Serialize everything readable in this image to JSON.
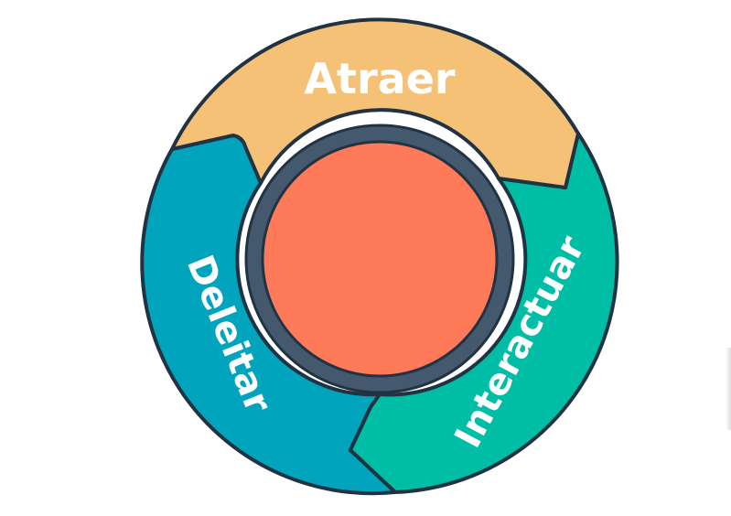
{
  "diagram": {
    "segments": [
      {
        "id": "attract",
        "label": "Atraer",
        "color": "#f5c177"
      },
      {
        "id": "engage",
        "label": "Interactuar",
        "color": "#00bda5"
      },
      {
        "id": "delight",
        "label": "Deleitar",
        "color": "#00a4bd"
      }
    ],
    "hub": {
      "ring_color": "#45596e",
      "core_color": "#ff7a59"
    },
    "outline_color": "#213343"
  }
}
